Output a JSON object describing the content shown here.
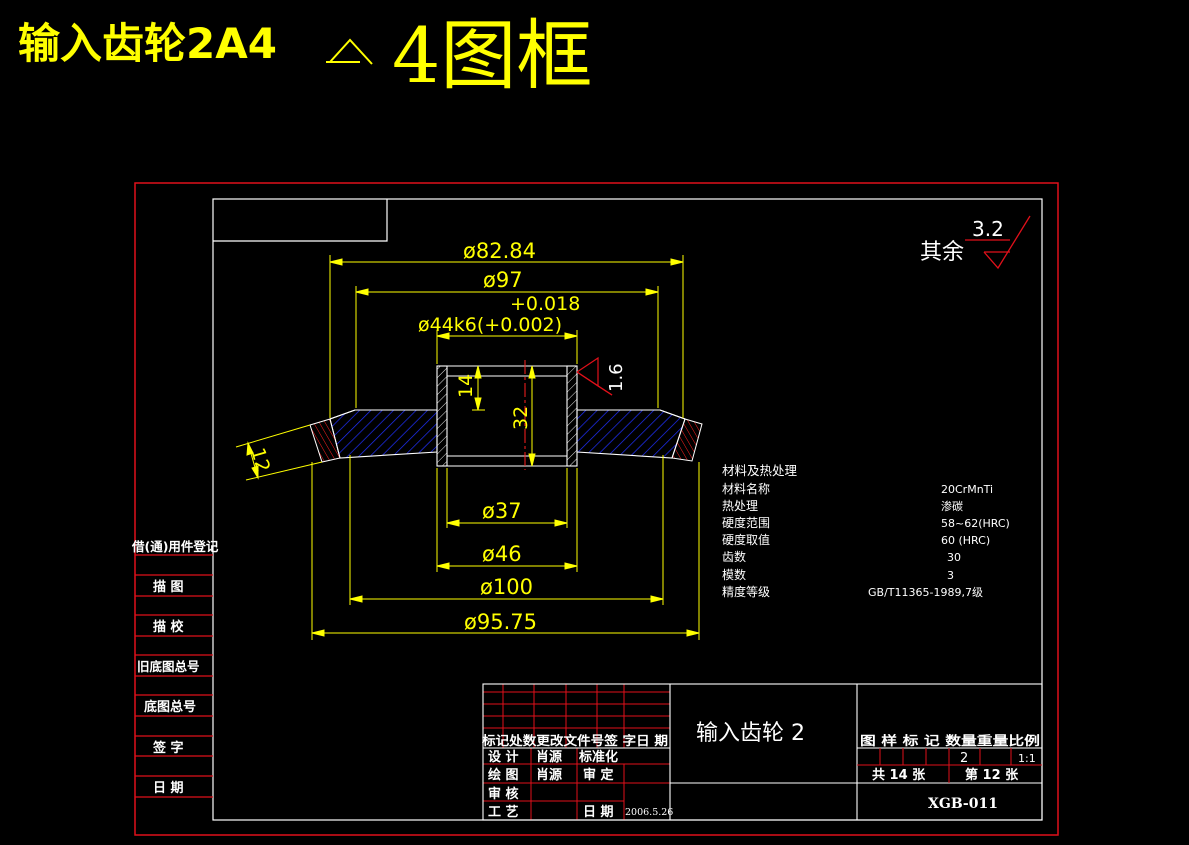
{
  "title": {
    "main": "输入齿轮2A4",
    "sub": "4图框"
  },
  "colors": {
    "frame": "#e0101a",
    "title": "#ffff00",
    "dim": "#ffff00",
    "line": "#ffffff",
    "hatch": "#2030ff",
    "centerline": "#ff2020"
  },
  "roughness": {
    "other_label": "其余",
    "other_value": "3.2",
    "bore_value": "1.6"
  },
  "dimensions": {
    "d1": "ø82.84",
    "d2": "ø97",
    "tol_upper": "+0.018",
    "bore": "ø44k6(+0.002)",
    "h14": "14",
    "h32": "32",
    "w12": "12",
    "d37": "ø37",
    "d46": "ø46",
    "d100": "ø100",
    "d95": "ø95.75"
  },
  "spec_table": {
    "header": "材料及热处理",
    "rows": [
      {
        "label": "材料名称",
        "value": "20CrMnTi"
      },
      {
        "label": "热处理",
        "value": "渗碳"
      },
      {
        "label": "硬度范围",
        "value": "58~62(HRC)"
      },
      {
        "label": "硬度取值",
        "value": "60 (HRC)"
      },
      {
        "label": "齿数",
        "value": "30"
      },
      {
        "label": "模数",
        "value": "3"
      },
      {
        "label": "精度等级",
        "value": "GB/T11365-1989,7级"
      }
    ]
  },
  "side_column": {
    "header": "借(通)用件登记",
    "items": [
      "描 图",
      "描 校",
      "旧底图总号",
      "底图总号",
      "签 字",
      "日 期"
    ]
  },
  "title_block": {
    "part_name": "输入齿轮 2",
    "revision_header": "标记处数更改文件号签 字日 期",
    "design_label": "设 计",
    "design_name": "肖源",
    "standard_label": "标准化",
    "draw_label": "绘 图",
    "draw_name": "肖源",
    "review_label": "审 定",
    "check_label": "审 核",
    "process_label": "工 艺",
    "date_label": "日 期",
    "date_value": "2006.5.26",
    "props_header": "图 样 标 记 数量重量比例",
    "quantity": "2",
    "scale": "1:1",
    "total_sheets": "共 14 张",
    "sheet_no": "第 12 张",
    "drawing_no": "XGB-011"
  }
}
